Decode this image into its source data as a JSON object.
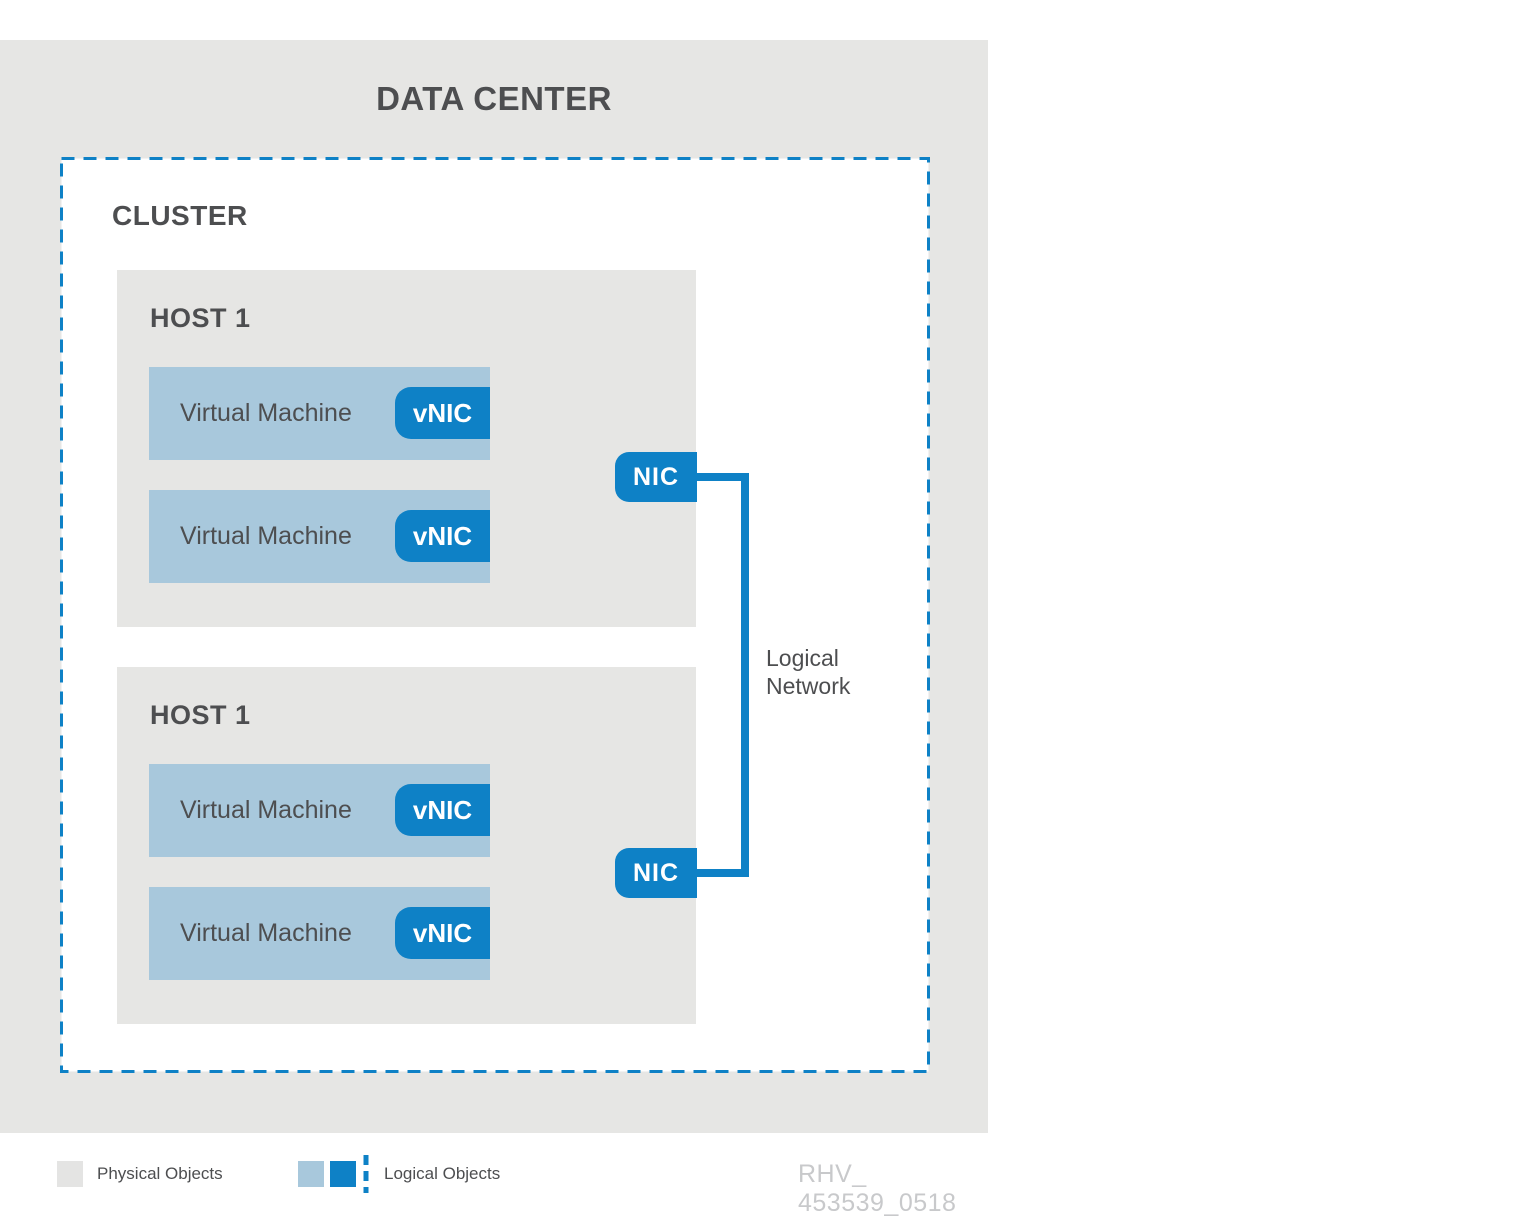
{
  "title": "DATA CENTER",
  "cluster": {
    "label": "CLUSTER"
  },
  "hosts": [
    {
      "label": "HOST 1",
      "nic": "NIC",
      "vms": [
        {
          "label": "Virtual Machine",
          "tag": "vNIC"
        },
        {
          "label": "Virtual Machine",
          "tag": "vNIC"
        }
      ]
    },
    {
      "label": "HOST 1",
      "nic": "NIC",
      "vms": [
        {
          "label": "Virtual Machine",
          "tag": "vNIC"
        },
        {
          "label": "Virtual Machine",
          "tag": "vNIC"
        }
      ]
    }
  ],
  "logical_network": {
    "label": "Logical Network"
  },
  "legend": {
    "physical_label": "Physical Objects",
    "logical_label": "Logical Objects"
  },
  "watermark": "RHV_ 453539_0518",
  "colors": {
    "physical_gray": "#e6e6e4",
    "logical_light_blue": "#a8c8dc",
    "logical_dark_blue": "#0e81c6",
    "text_dark": "#4d4e50",
    "watermark_gray": "#c8c9cb"
  }
}
